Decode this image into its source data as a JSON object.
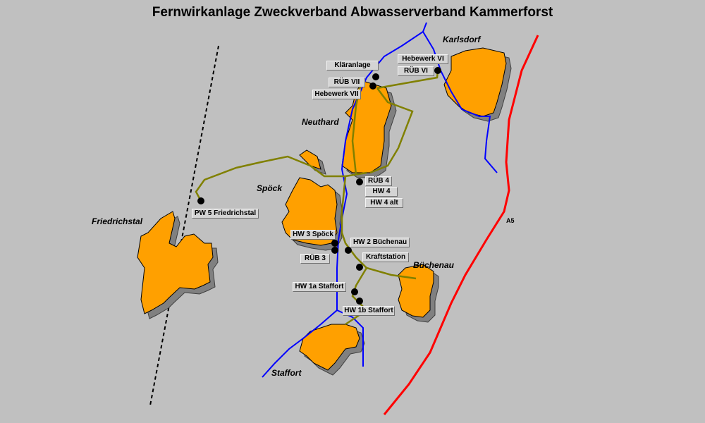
{
  "title": "Fernwirkanlage Zweckverband Abwasserverband Kammerforst",
  "colors": {
    "background": "#c0c0c0",
    "town": "#ffa000",
    "shadow": "#808080",
    "river": "#0000ff",
    "pipe": "#808000",
    "road": "#ff0000"
  },
  "towns": [
    "Karlsdorf",
    "Neuthard",
    "Spöck",
    "Friedrichstal",
    "Büchenau",
    "Staffort"
  ],
  "road_label": "A5",
  "stations": [
    "Kläranlage",
    "RÜB VII",
    "Hebewerk VII",
    "Hebewerk VI",
    "RÜB VI",
    "RÜB 4",
    "HW 4",
    "HW 4 alt",
    "PW 5 Friedrichstal",
    "HW 3 Spöck",
    "RÜB 3",
    "HW 2 Büchenau",
    "Kraftstation",
    "HW 1a Staffort",
    "HW 1b Staffort"
  ]
}
